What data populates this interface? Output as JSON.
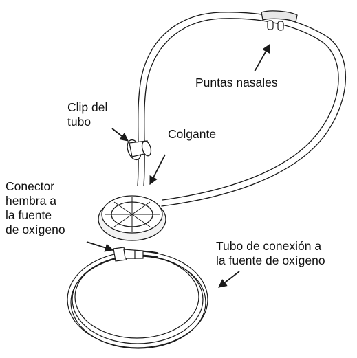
{
  "labels": {
    "nasal_prongs": "Puntas nasales",
    "tube_clip": [
      "Clip del",
      "tubo"
    ],
    "lariat": "Colgante",
    "female_connector": [
      "Conector",
      "hembra a",
      "la fuente",
      "de oxígeno"
    ],
    "supply_tubing": [
      "Tubo de conexión a",
      "la fuente de oxígeno"
    ]
  },
  "colors": {
    "line": "#1a1a1a",
    "text": "#111111",
    "tubing_fill": "#f4f4f4",
    "background": "#ffffff"
  }
}
